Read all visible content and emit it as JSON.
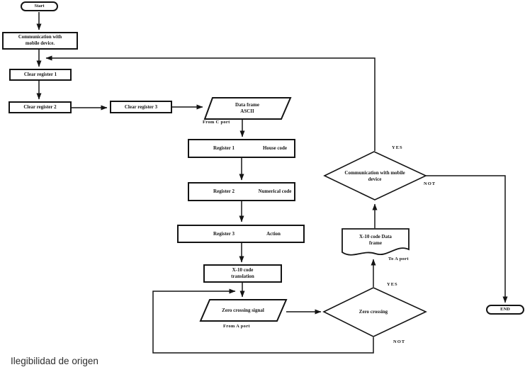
{
  "diagram": {
    "caption": "Ilegibilidad de origen",
    "line_color": "#141414",
    "background": "#ffffff",
    "nodes": {
      "start": "Start",
      "comm_process": "Communication with mobile device.",
      "clear_register_1": "Clear register 1",
      "clear_register_2": "Clear register 2",
      "clear_register_3": "Clear register 3",
      "data_frame_ascii": "Data frame ASCII",
      "register_1": "Register 1",
      "register_2": "Register 2",
      "register_3": "Register 3",
      "house_code": "House code",
      "numerical_code": "Numerical code",
      "action": "Action",
      "x10_translation": "X-10 code translation",
      "zero_crossing_signal": "Zero crossing signal",
      "zero_crossing_decision": "Zero crossing",
      "x10_data_frame": "X-10 code Data frame",
      "comm_decision": "Communication with mobile device",
      "end": "END"
    },
    "labels": {
      "from_c_port": "From C port",
      "from_a_port": "From A port",
      "to_a_port": "To A port",
      "comm_yes": "YES",
      "comm_not": "NOT",
      "zero_yes": "YES",
      "zero_not": "NOT"
    }
  }
}
